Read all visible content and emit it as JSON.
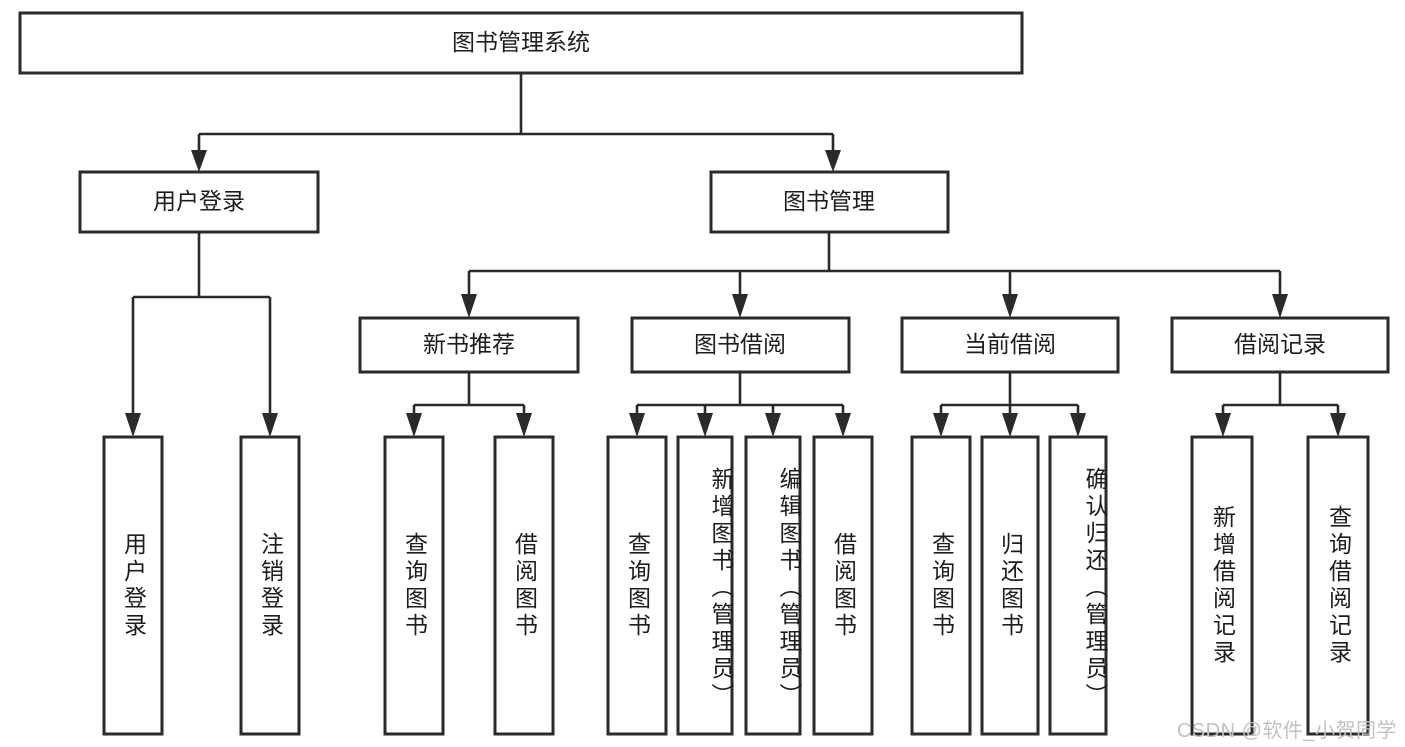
{
  "diagram": {
    "type": "tree-hierarchy-flowchart",
    "title": "图书管理系统",
    "orientation": "top-down",
    "colors": {
      "box_stroke": "#2a2a2a",
      "box_fill": "#ffffff",
      "connector": "#2a2a2a",
      "text": "#1d1d1d",
      "watermark": "#c2c2c2",
      "background": "#ffffff"
    },
    "levels": [
      {
        "level": 0,
        "nodes": [
          {
            "id": "root",
            "label": "图书管理系统",
            "orientation": "horizontal"
          }
        ]
      },
      {
        "level": 1,
        "nodes": [
          {
            "id": "user-login",
            "label": "用户登录",
            "orientation": "horizontal",
            "parent": "root"
          },
          {
            "id": "book-manage",
            "label": "图书管理",
            "orientation": "horizontal",
            "parent": "root"
          }
        ]
      },
      {
        "level": 2,
        "nodes": [
          {
            "id": "new-book-rec",
            "label": "新书推荐",
            "orientation": "horizontal",
            "parent": "book-manage"
          },
          {
            "id": "book-borrow",
            "label": "图书借阅",
            "orientation": "horizontal",
            "parent": "book-manage"
          },
          {
            "id": "current-borrow",
            "label": "当前借阅",
            "orientation": "horizontal",
            "parent": "book-manage"
          },
          {
            "id": "borrow-record",
            "label": "借阅记录",
            "orientation": "horizontal",
            "parent": "book-manage"
          }
        ]
      },
      {
        "level": 3,
        "nodes": [
          {
            "id": "leaf-user-login",
            "label": "用户登录",
            "orientation": "vertical",
            "parent": "user-login"
          },
          {
            "id": "leaf-logout",
            "label": "注销登录",
            "orientation": "vertical",
            "parent": "user-login"
          },
          {
            "id": "leaf-query-book-1",
            "label": "查询图书",
            "orientation": "vertical",
            "parent": "new-book-rec"
          },
          {
            "id": "leaf-borrow-book-1",
            "label": "借阅图书",
            "orientation": "vertical",
            "parent": "new-book-rec"
          },
          {
            "id": "leaf-query-book-2",
            "label": "查询图书",
            "orientation": "vertical",
            "parent": "book-borrow"
          },
          {
            "id": "leaf-add-book",
            "label": "新增图书（管理员）",
            "orientation": "vertical",
            "parent": "book-borrow"
          },
          {
            "id": "leaf-edit-book",
            "label": "编辑图书（管理员）",
            "orientation": "vertical",
            "parent": "book-borrow"
          },
          {
            "id": "leaf-borrow-book-2",
            "label": "借阅图书",
            "orientation": "vertical",
            "parent": "book-borrow"
          },
          {
            "id": "leaf-query-book-3",
            "label": "查询图书",
            "orientation": "vertical",
            "parent": "current-borrow"
          },
          {
            "id": "leaf-return-book",
            "label": "归还图书",
            "orientation": "vertical",
            "parent": "current-borrow"
          },
          {
            "id": "leaf-confirm-return",
            "label": "确认归还（管理员）",
            "orientation": "vertical",
            "parent": "current-borrow"
          },
          {
            "id": "leaf-add-record",
            "label": "新增借阅记录",
            "orientation": "vertical",
            "parent": "borrow-record"
          },
          {
            "id": "leaf-query-record",
            "label": "查询借阅记录",
            "orientation": "vertical",
            "parent": "borrow-record"
          }
        ]
      }
    ]
  },
  "watermark": {
    "text": "CSDN @软件_小贺同学"
  }
}
